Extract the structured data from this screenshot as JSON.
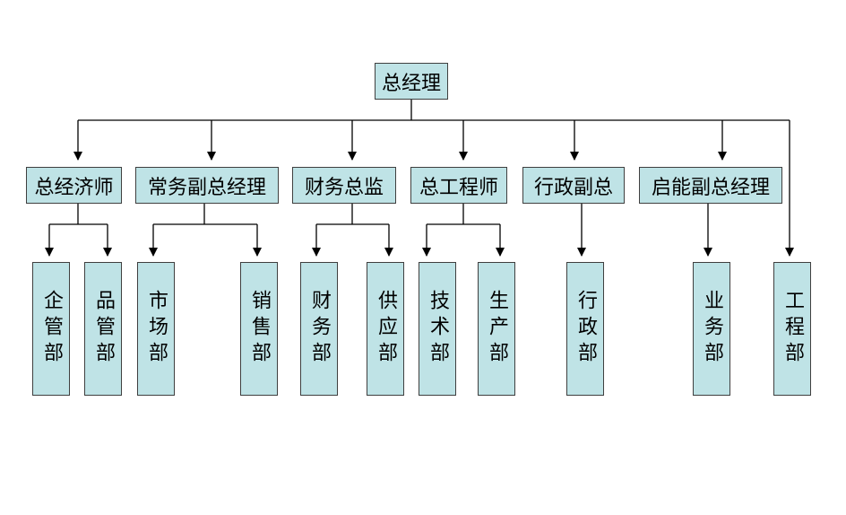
{
  "root": {
    "label": "总经理"
  },
  "level1": [
    {
      "label": "总经济师"
    },
    {
      "label": "常务副总经理"
    },
    {
      "label": "财务总监"
    },
    {
      "label": "总工程师"
    },
    {
      "label": "行政副总"
    },
    {
      "label": "启能副总经理"
    }
  ],
  "departments": [
    {
      "label": "企管部"
    },
    {
      "label": "品管部"
    },
    {
      "label": "市场部"
    },
    {
      "label": "销售部"
    },
    {
      "label": "财务部"
    },
    {
      "label": "供应部"
    },
    {
      "label": "技术部"
    },
    {
      "label": "生产部"
    },
    {
      "label": "行政部"
    },
    {
      "label": "业务部"
    },
    {
      "label": "工程部"
    }
  ]
}
